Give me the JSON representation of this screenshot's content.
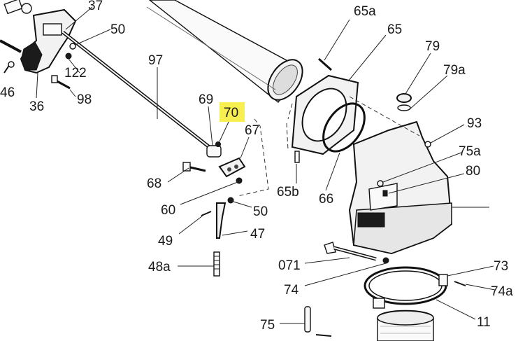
{
  "labels": {
    "p37": "37",
    "p50a": "50",
    "p97": "97",
    "p46": "46",
    "p122": "122",
    "p98": "98",
    "p36": "36",
    "p69": "69",
    "p70": "70",
    "p67": "67",
    "p68": "68",
    "p60": "60",
    "p50b": "50",
    "p49": "49",
    "p47": "47",
    "p48a": "48a",
    "p65a": "65a",
    "p65": "65",
    "p65b": "65b",
    "p66": "66",
    "p79": "79",
    "p79a": "79a",
    "p93": "93",
    "p75a": "75a",
    "p80": "80",
    "p071": "071",
    "p74": "74",
    "p73": "73",
    "p74a": "74a",
    "p75": "75",
    "p11": "11"
  },
  "highlight": {
    "label": "p70",
    "color": "#f7ef52"
  }
}
